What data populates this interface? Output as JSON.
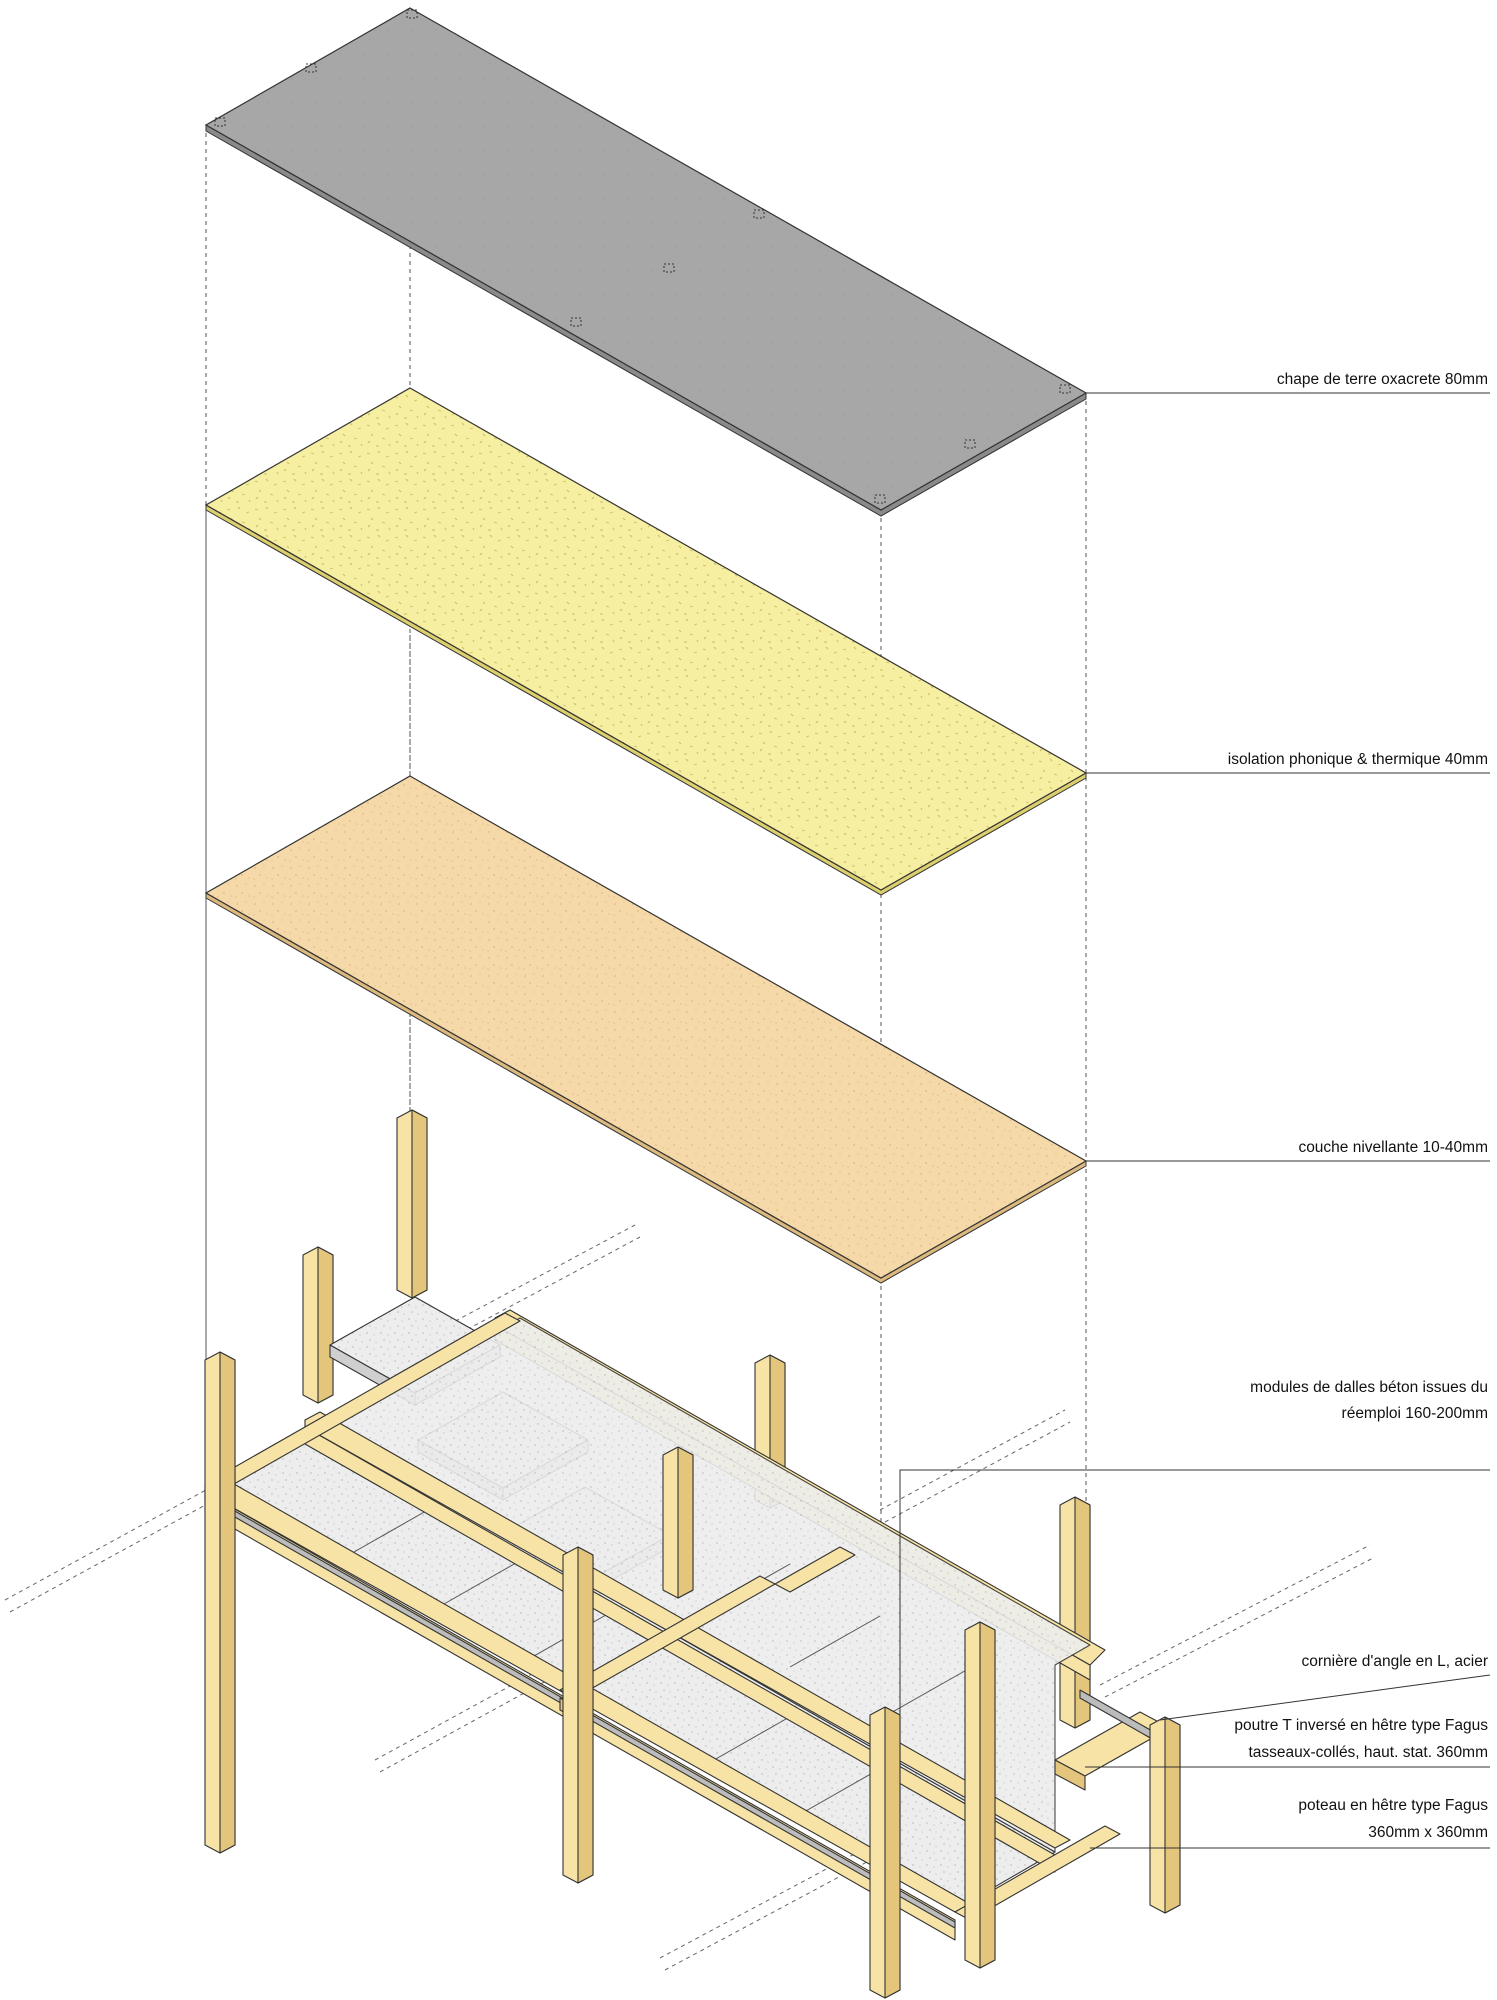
{
  "labels": {
    "screed": "chape de terre oxacrete 80mm",
    "insulation": "isolation phonique & thermique 40mm",
    "leveling": "couche nivellante 10-40mm",
    "slabs_line1": "modules de dalles béton issues du",
    "slabs_line2": "réemploi 160-200mm",
    "angle": "cornière d'angle en L, acier",
    "beam_line1": "poutre T inversé en hêtre type Fagus",
    "beam_line2": "tasseaux-collés, haut. stat. 360mm",
    "post_line1": "poteau en hêtre type Fagus",
    "post_line2": "360mm x 360mm"
  },
  "colors": {
    "screed": "#a7a7a7",
    "insulation": "#f6eea0",
    "leveling": "#f6d9a9",
    "timber": "#f7e3a5",
    "timber_dark": "#e3c67c",
    "concrete": "#ededed",
    "steel": "#bcbcbc"
  }
}
